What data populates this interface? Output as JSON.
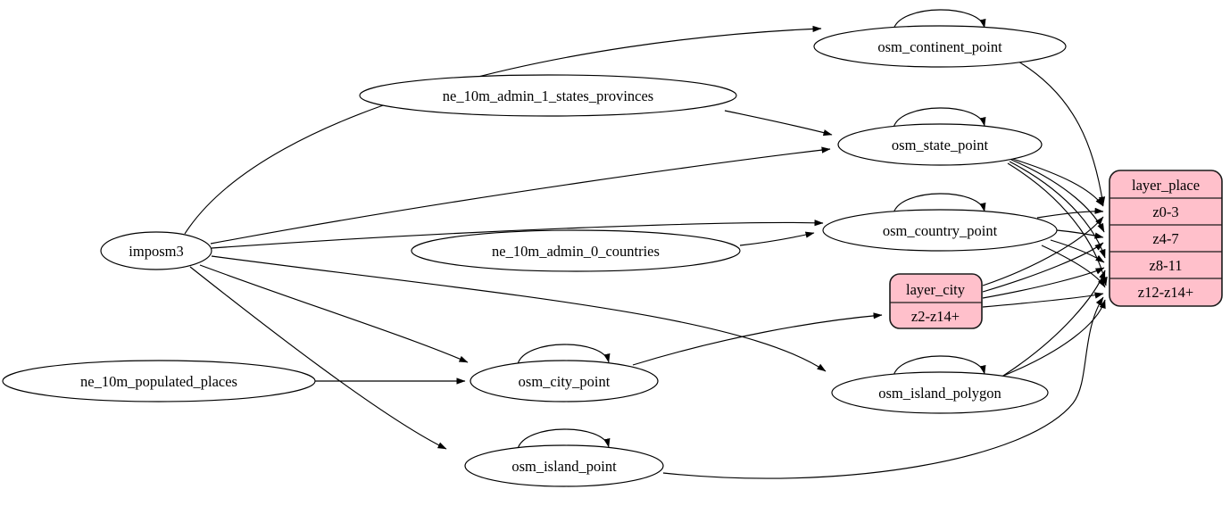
{
  "diagram": {
    "kind": "etl-graph",
    "colors": {
      "background": "#ffffff",
      "table_fill": "#ffffff",
      "layer_fill": "#ffc0cb",
      "stroke": "#000000"
    },
    "nodes": {
      "imposm3": {
        "label": "imposm3",
        "shape": "ellipse"
      },
      "ne_10m_populated_places": {
        "label": "ne_10m_populated_places",
        "shape": "ellipse"
      },
      "ne_10m_admin_1_states_provinces": {
        "label": "ne_10m_admin_1_states_provinces",
        "shape": "ellipse"
      },
      "ne_10m_admin_0_countries": {
        "label": "ne_10m_admin_0_countries",
        "shape": "ellipse"
      },
      "osm_continent_point": {
        "label": "osm_continent_point",
        "shape": "ellipse"
      },
      "osm_state_point": {
        "label": "osm_state_point",
        "shape": "ellipse"
      },
      "osm_country_point": {
        "label": "osm_country_point",
        "shape": "ellipse"
      },
      "osm_city_point": {
        "label": "osm_city_point",
        "shape": "ellipse"
      },
      "osm_island_point": {
        "label": "osm_island_point",
        "shape": "ellipse"
      },
      "osm_island_polygon": {
        "label": "osm_island_polygon",
        "shape": "ellipse"
      },
      "layer_city": {
        "label": "layer_city",
        "shape": "record",
        "rows": [
          "z2-z14+"
        ]
      },
      "layer_place": {
        "label": "layer_place",
        "shape": "record",
        "rows": [
          "z0-3",
          "z4-7",
          "z8-11",
          "z12-z14+"
        ]
      }
    },
    "edges": [
      {
        "from": "imposm3",
        "to": "osm_continent_point"
      },
      {
        "from": "imposm3",
        "to": "osm_state_point"
      },
      {
        "from": "imposm3",
        "to": "osm_country_point"
      },
      {
        "from": "imposm3",
        "to": "osm_city_point"
      },
      {
        "from": "imposm3",
        "to": "osm_island_point"
      },
      {
        "from": "imposm3",
        "to": "osm_island_polygon"
      },
      {
        "from": "ne_10m_admin_1_states_provinces",
        "to": "osm_state_point"
      },
      {
        "from": "ne_10m_admin_0_countries",
        "to": "osm_country_point"
      },
      {
        "from": "ne_10m_populated_places",
        "to": "osm_city_point"
      },
      {
        "from": "osm_continent_point",
        "to": "osm_continent_point"
      },
      {
        "from": "osm_state_point",
        "to": "osm_state_point"
      },
      {
        "from": "osm_country_point",
        "to": "osm_country_point"
      },
      {
        "from": "osm_city_point",
        "to": "osm_city_point"
      },
      {
        "from": "osm_island_point",
        "to": "osm_island_point"
      },
      {
        "from": "osm_island_polygon",
        "to": "osm_island_polygon"
      },
      {
        "from": "osm_continent_point",
        "to": "layer_place:z0-3"
      },
      {
        "from": "osm_state_point",
        "to": "layer_place:z0-3"
      },
      {
        "from": "osm_state_point",
        "to": "layer_place:z4-7"
      },
      {
        "from": "osm_state_point",
        "to": "layer_place:z8-11"
      },
      {
        "from": "osm_state_point",
        "to": "layer_place:z12-z14+"
      },
      {
        "from": "osm_country_point",
        "to": "layer_place:z0-3"
      },
      {
        "from": "osm_country_point",
        "to": "layer_place:z4-7"
      },
      {
        "from": "osm_country_point",
        "to": "layer_place:z8-11"
      },
      {
        "from": "osm_country_point",
        "to": "layer_place:z12-z14+"
      },
      {
        "from": "osm_city_point",
        "to": "layer_city:z2-z14+"
      },
      {
        "from": "layer_city",
        "to": "layer_place:z0-3"
      },
      {
        "from": "layer_city",
        "to": "layer_place:z4-7"
      },
      {
        "from": "layer_city",
        "to": "layer_place:z8-11"
      },
      {
        "from": "layer_city",
        "to": "layer_place:z12-z14+"
      },
      {
        "from": "osm_island_polygon",
        "to": "layer_place:z8-11"
      },
      {
        "from": "osm_island_polygon",
        "to": "layer_place:z12-z14+"
      },
      {
        "from": "osm_island_point",
        "to": "layer_place:z12-z14+"
      }
    ]
  }
}
